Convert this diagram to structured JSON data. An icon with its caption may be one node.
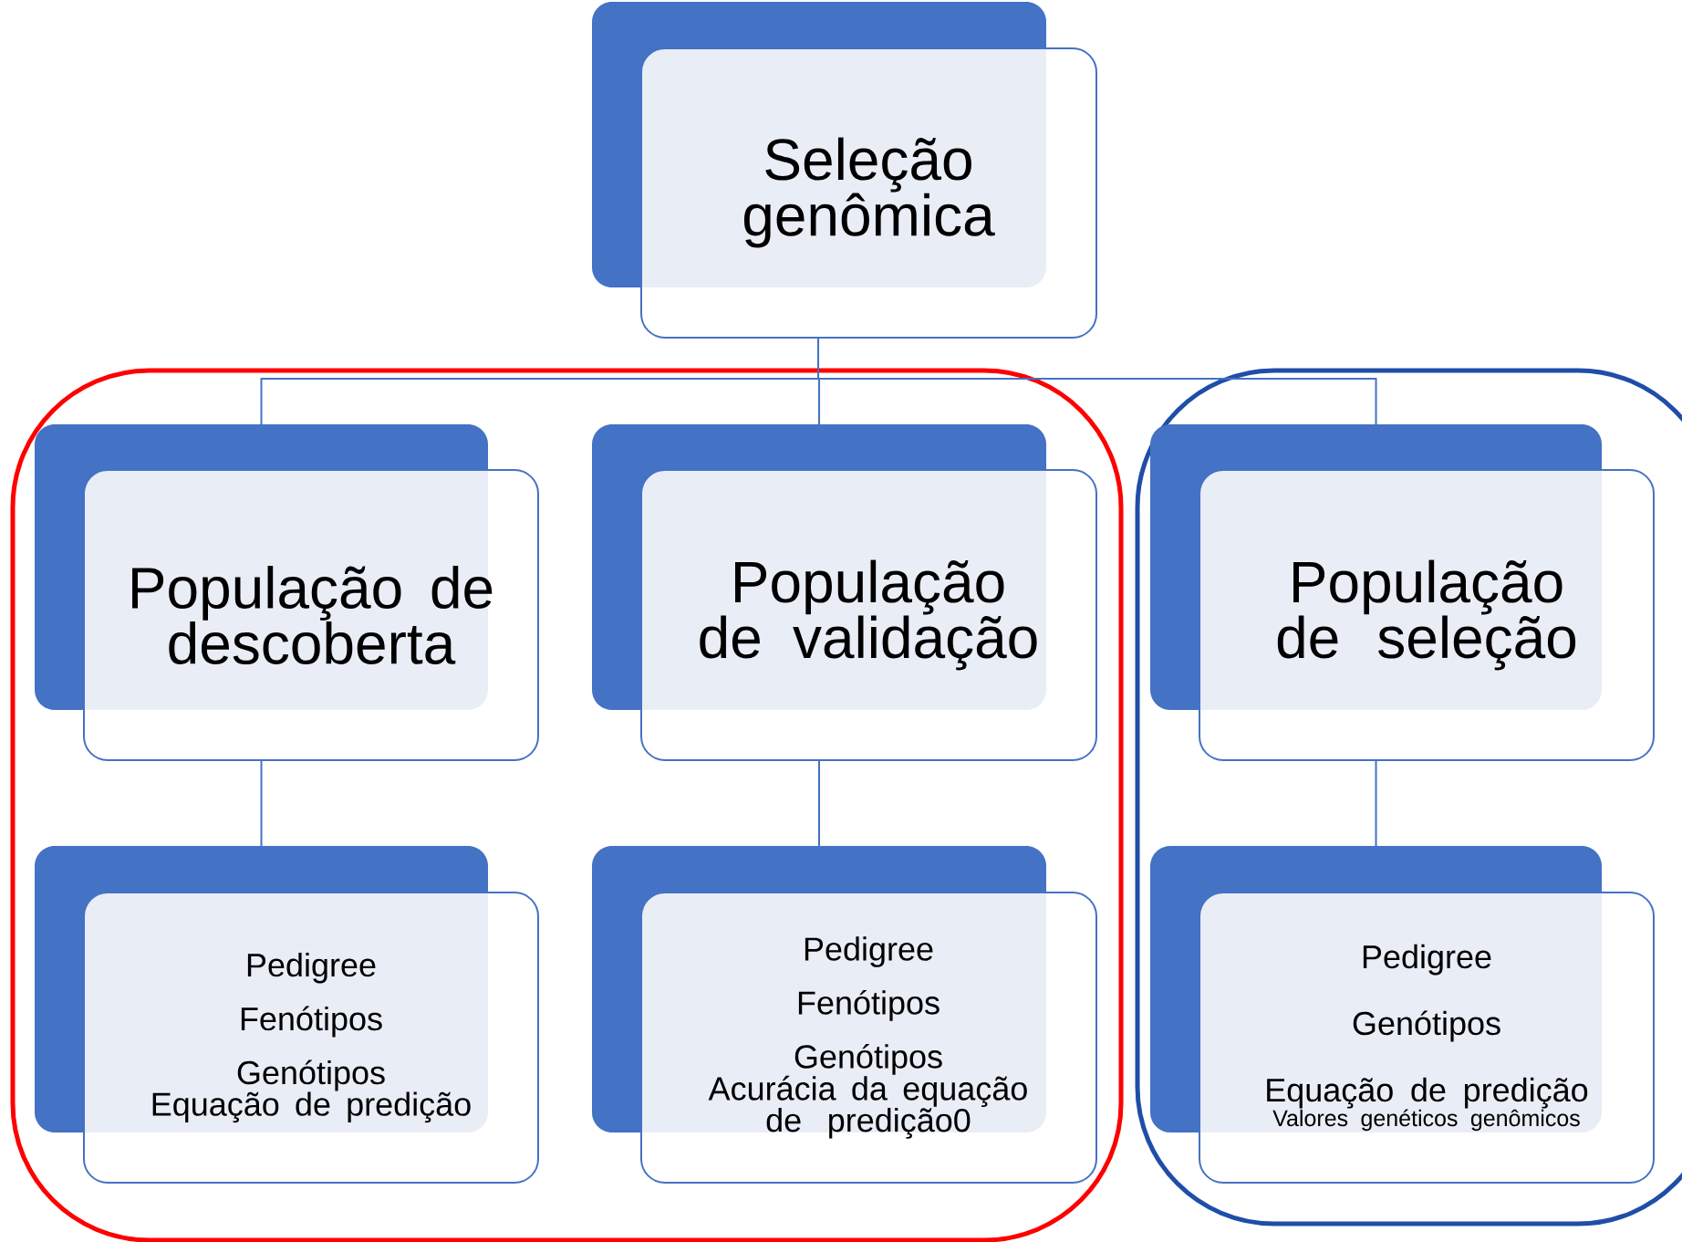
{
  "diagram": {
    "nodes": [
      {
        "text": [
          "Seleção genômica"
        ]
      },
      {
        "text": [],
        "shape": "box"
      },
      {
        "text": [
          "População de descoberta"
        ],
        "in": 1
      },
      {
        "text": [
          "População de validação"
        ],
        "in": 1
      },
      {
        "text": [],
        "shape": "box"
      },
      {
        "text": [
          "População de seleção"
        ],
        "in": 4
      },
      {
        "text": [
          "Pedigree",
          "Fenótipos",
          "Genótipos",
          "Equação de predição"
        ],
        "in": 1
      },
      {
        "text": [
          "Pedigree",
          "Fenótipos",
          "Genótipos",
          "Acurácia da equação de predição0"
        ],
        "in": 1
      },
      {
        "text": [
          "Pedigree",
          "Genótipos",
          "Equação de predição",
          "Valores genéticos genômicos"
        ],
        "in": 4
      }
    ],
    "edges": [
      {
        "from": 0,
        "to": 2,
        "arrow": "none"
      },
      {
        "from": 0,
        "to": 3,
        "arrow": "none"
      },
      {
        "from": 0,
        "to": 5,
        "arrow": "none"
      },
      {
        "from": 2,
        "to": 6,
        "arrow": "none"
      },
      {
        "from": 3,
        "to": 7,
        "arrow": "none"
      },
      {
        "from": 5,
        "to": 8,
        "arrow": "none"
      }
    ]
  }
}
